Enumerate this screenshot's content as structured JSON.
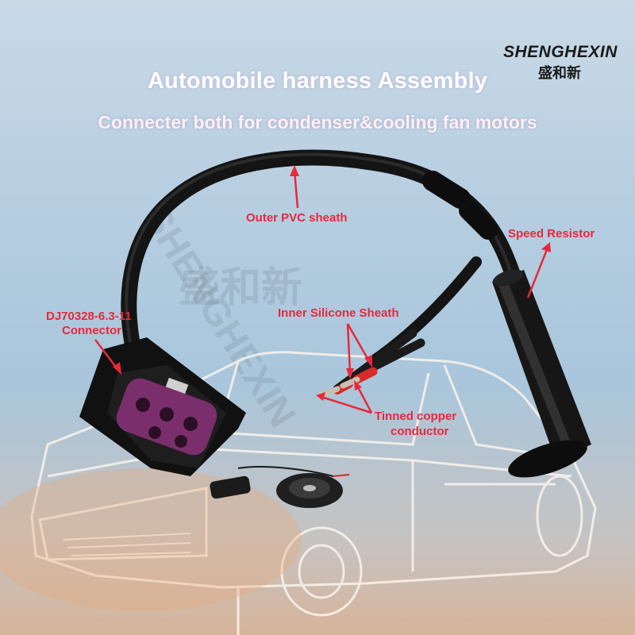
{
  "header": {
    "title": "Automobile harness Assembly",
    "subtitle": "Connecter both for condenser&cooling fan motors"
  },
  "brand": {
    "name": "SHENGHEXIN",
    "chinese": "盛和新"
  },
  "watermark": {
    "text": "SHENGHEXIN",
    "chinese": "盛和新"
  },
  "labels": {
    "outer_sheath": "Outer PVC sheath",
    "speed_resistor": "Speed Resistor",
    "connector_part": "DJ70328-6.3-11",
    "connector": "Connector",
    "inner_sheath": "Inner Silicone Sheath",
    "conductor_line1": "Tinned copper",
    "conductor_line2": "conductor"
  },
  "colors": {
    "label_red": "#e8283c",
    "title_white": "#ffffff",
    "cable_black": "#141414",
    "connector_purple": "#8a3a7a"
  }
}
